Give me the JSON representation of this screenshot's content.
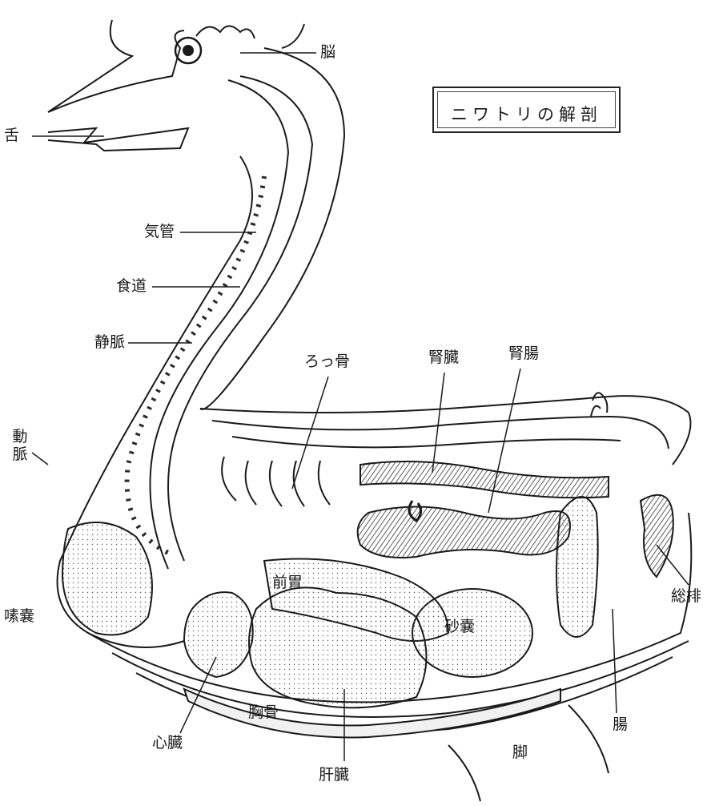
{
  "title": "ニワトリの解剖",
  "labels": {
    "brain": "脳",
    "tongue": "舌",
    "trachea": "気管",
    "esophagus": "食道",
    "vein": "静脈",
    "artery": "動脈",
    "crop": "嗉嚢",
    "ribs": "ろっ骨",
    "kidney": "腎臓",
    "kidney_intestine": "腎腸",
    "proventriculus": "前胃",
    "gizzard": "砂嚢",
    "cloaca": "総排",
    "intestine": "腸",
    "sternum": "胸骨",
    "heart": "心臓",
    "liver": "肝臓",
    "leg": "脚"
  }
}
